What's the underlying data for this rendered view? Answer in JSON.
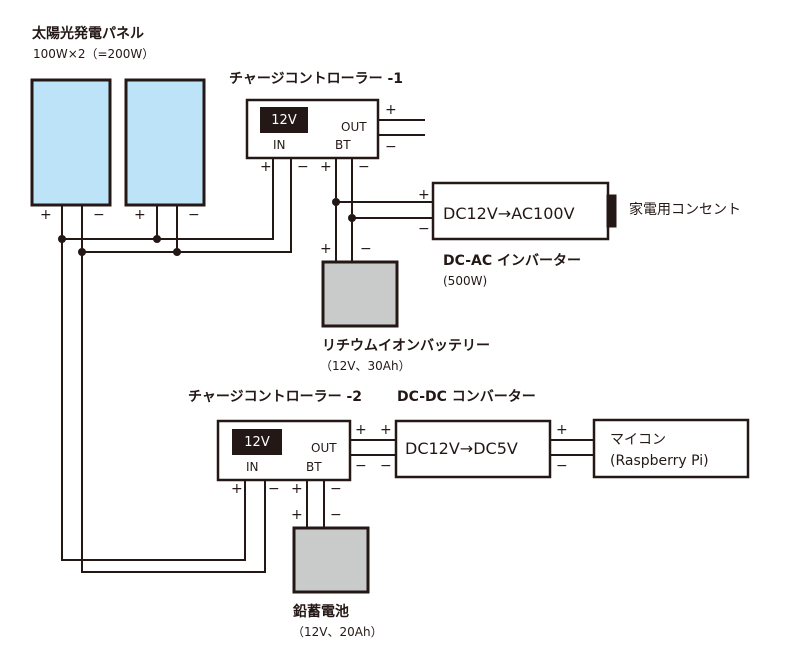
{
  "colors": {
    "line": "#231815",
    "panel_fill": "#bde3f8",
    "battery_fill": "#c9caca",
    "badge_fill": "#231815",
    "background": "#ffffff"
  },
  "solar": {
    "title": "太陽光発電パネル",
    "spec": "100W×2（=200W）",
    "panel_count": 2
  },
  "controller1": {
    "title": "チャージコントローラー -1",
    "badge": "12V",
    "out_label": "OUT",
    "in_label": "IN",
    "bt_label": "BT"
  },
  "inverter": {
    "box_text": "DC12V→AC100V",
    "title": "DC-AC インバーター",
    "spec": "(500W)",
    "outlet_label": "家電用コンセント"
  },
  "lithium": {
    "title": "リチウムイオンバッテリー",
    "spec": "（12V、30Ah）"
  },
  "controller2": {
    "title": "チャージコントローラー -2",
    "badge": "12V",
    "out_label": "OUT",
    "in_label": "IN",
    "bt_label": "BT"
  },
  "dcdc": {
    "title": "DC-DC コンバーター",
    "box_text": "DC12V→DC5V"
  },
  "micro": {
    "line1": "マイコン",
    "line2": "(Raspberry Pi)"
  },
  "lead": {
    "title": "鉛蓄電池",
    "spec": "（12V、20Ah）"
  },
  "signs": {
    "plus": "+",
    "minus": "−"
  }
}
